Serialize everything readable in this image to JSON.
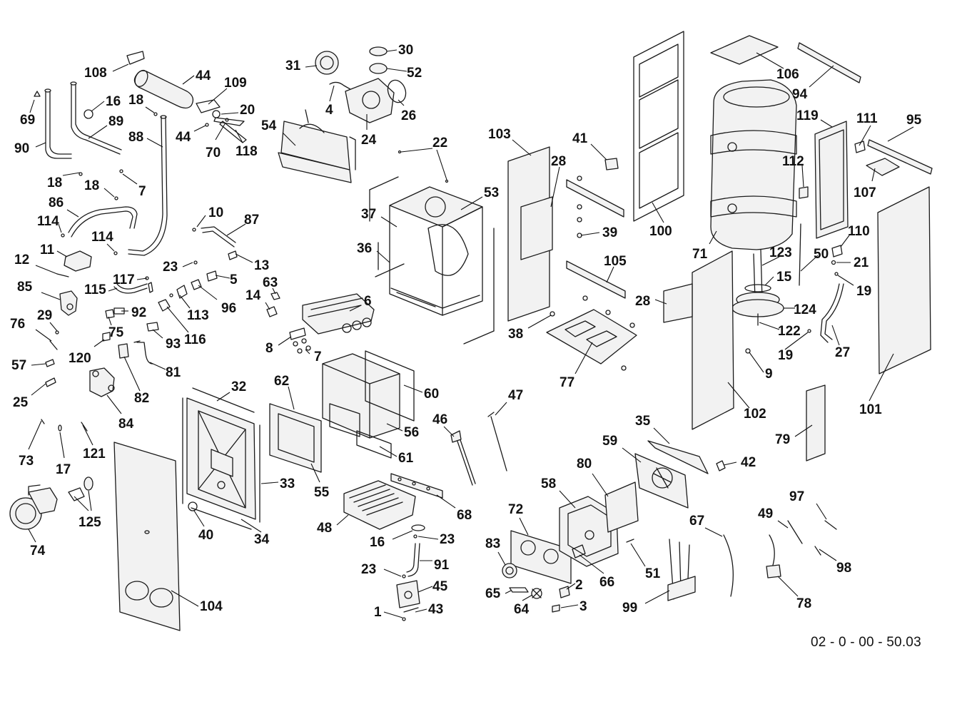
{
  "reference_code": "02 - 0 - 00 - 50.03",
  "callouts": [
    {
      "id": "p108",
      "label": "108"
    },
    {
      "id": "p44a",
      "label": "44"
    },
    {
      "id": "p109",
      "label": "109"
    },
    {
      "id": "p16a",
      "label": "16"
    },
    {
      "id": "p18a",
      "label": "18"
    },
    {
      "id": "p20",
      "label": "20"
    },
    {
      "id": "p69",
      "label": "69"
    },
    {
      "id": "p89",
      "label": "89"
    },
    {
      "id": "p88",
      "label": "88"
    },
    {
      "id": "p44b",
      "label": "44"
    },
    {
      "id": "p70",
      "label": "70"
    },
    {
      "id": "p118",
      "label": "118"
    },
    {
      "id": "p90",
      "label": "90"
    },
    {
      "id": "p18b",
      "label": "18"
    },
    {
      "id": "p7a",
      "label": "7"
    },
    {
      "id": "p18c",
      "label": "18"
    },
    {
      "id": "p86",
      "label": "86"
    },
    {
      "id": "p114a",
      "label": "114"
    },
    {
      "id": "p114b",
      "label": "114"
    },
    {
      "id": "p12",
      "label": "12"
    },
    {
      "id": "p11",
      "label": "11"
    },
    {
      "id": "p85",
      "label": "85"
    },
    {
      "id": "p29",
      "label": "29"
    },
    {
      "id": "p76",
      "label": "76"
    },
    {
      "id": "p57",
      "label": "57"
    },
    {
      "id": "p25",
      "label": "25"
    },
    {
      "id": "p73",
      "label": "73"
    },
    {
      "id": "p17",
      "label": "17"
    },
    {
      "id": "p121",
      "label": "121"
    },
    {
      "id": "p74",
      "label": "74"
    },
    {
      "id": "p125",
      "label": "125"
    },
    {
      "id": "p120",
      "label": "120"
    },
    {
      "id": "p75",
      "label": "75"
    },
    {
      "id": "p82",
      "label": "82"
    },
    {
      "id": "p84",
      "label": "84"
    },
    {
      "id": "p81",
      "label": "81"
    },
    {
      "id": "p93",
      "label": "93"
    },
    {
      "id": "p116",
      "label": "116"
    },
    {
      "id": "p92",
      "label": "92"
    },
    {
      "id": "p115",
      "label": "115"
    },
    {
      "id": "p117",
      "label": "117"
    },
    {
      "id": "p23a",
      "label": "23"
    },
    {
      "id": "p113",
      "label": "113"
    },
    {
      "id": "p96",
      "label": "96"
    },
    {
      "id": "p5",
      "label": "5"
    },
    {
      "id": "p10",
      "label": "10"
    },
    {
      "id": "p87",
      "label": "87"
    },
    {
      "id": "p13",
      "label": "13"
    },
    {
      "id": "p63",
      "label": "63"
    },
    {
      "id": "p14",
      "label": "14"
    },
    {
      "id": "p6",
      "label": "6"
    },
    {
      "id": "p8",
      "label": "8"
    },
    {
      "id": "p7b",
      "label": "7"
    },
    {
      "id": "p31",
      "label": "31"
    },
    {
      "id": "p30",
      "label": "30"
    },
    {
      "id": "p52",
      "label": "52"
    },
    {
      "id": "p4",
      "label": "4"
    },
    {
      "id": "p26",
      "label": "26"
    },
    {
      "id": "p24",
      "label": "24"
    },
    {
      "id": "p54",
      "label": "54"
    },
    {
      "id": "p22",
      "label": "22"
    },
    {
      "id": "p53",
      "label": "53"
    },
    {
      "id": "p37",
      "label": "37"
    },
    {
      "id": "p36",
      "label": "36"
    },
    {
      "id": "p103",
      "label": "103"
    },
    {
      "id": "p28a",
      "label": "28"
    },
    {
      "id": "p41",
      "label": "41"
    },
    {
      "id": "p39",
      "label": "39"
    },
    {
      "id": "p105",
      "label": "105"
    },
    {
      "id": "p38",
      "label": "38"
    },
    {
      "id": "p77",
      "label": "77"
    },
    {
      "id": "p100",
      "label": "100"
    },
    {
      "id": "p106",
      "label": "106"
    },
    {
      "id": "p94",
      "label": "94"
    },
    {
      "id": "p71",
      "label": "71"
    },
    {
      "id": "p112",
      "label": "112"
    },
    {
      "id": "p119",
      "label": "119"
    },
    {
      "id": "p111",
      "label": "111"
    },
    {
      "id": "p95",
      "label": "95"
    },
    {
      "id": "p107",
      "label": "107"
    },
    {
      "id": "p110",
      "label": "110"
    },
    {
      "id": "p50",
      "label": "50"
    },
    {
      "id": "p123",
      "label": "123"
    },
    {
      "id": "p21",
      "label": "21"
    },
    {
      "id": "p15",
      "label": "15"
    },
    {
      "id": "p19a",
      "label": "19"
    },
    {
      "id": "p124",
      "label": "124"
    },
    {
      "id": "p28b",
      "label": "28"
    },
    {
      "id": "p122",
      "label": "122"
    },
    {
      "id": "p19b",
      "label": "19"
    },
    {
      "id": "p27",
      "label": "27"
    },
    {
      "id": "p9",
      "label": "9"
    },
    {
      "id": "p101",
      "label": "101"
    },
    {
      "id": "p102",
      "label": "102"
    },
    {
      "id": "p79",
      "label": "79"
    },
    {
      "id": "p32",
      "label": "32"
    },
    {
      "id": "p62",
      "label": "62"
    },
    {
      "id": "p60",
      "label": "60"
    },
    {
      "id": "p33",
      "label": "33"
    },
    {
      "id": "p55",
      "label": "55"
    },
    {
      "id": "p56",
      "label": "56"
    },
    {
      "id": "p61",
      "label": "61"
    },
    {
      "id": "p40",
      "label": "40"
    },
    {
      "id": "p34",
      "label": "34"
    },
    {
      "id": "p104",
      "label": "104"
    },
    {
      "id": "p46",
      "label": "46"
    },
    {
      "id": "p47",
      "label": "47"
    },
    {
      "id": "p68",
      "label": "68"
    },
    {
      "id": "p48",
      "label": "48"
    },
    {
      "id": "p16b",
      "label": "16"
    },
    {
      "id": "p23b",
      "label": "23"
    },
    {
      "id": "p91",
      "label": "91"
    },
    {
      "id": "p23c",
      "label": "23"
    },
    {
      "id": "p45",
      "label": "45"
    },
    {
      "id": "p1",
      "label": "1"
    },
    {
      "id": "p43",
      "label": "43"
    },
    {
      "id": "p35",
      "label": "35"
    },
    {
      "id": "p59",
      "label": "59"
    },
    {
      "id": "p42",
      "label": "42"
    },
    {
      "id": "p80",
      "label": "80"
    },
    {
      "id": "p58",
      "label": "58"
    },
    {
      "id": "p72",
      "label": "72"
    },
    {
      "id": "p83",
      "label": "83"
    },
    {
      "id": "p65",
      "label": "65"
    },
    {
      "id": "p64",
      "label": "64"
    },
    {
      "id": "p2",
      "label": "2"
    },
    {
      "id": "p3",
      "label": "3"
    },
    {
      "id": "p66",
      "label": "66"
    },
    {
      "id": "p51",
      "label": "51"
    },
    {
      "id": "p67",
      "label": "67"
    },
    {
      "id": "p99",
      "label": "99"
    },
    {
      "id": "p97",
      "label": "97"
    },
    {
      "id": "p49",
      "label": "49"
    },
    {
      "id": "p98",
      "label": "98"
    },
    {
      "id": "p78",
      "label": "78"
    }
  ]
}
